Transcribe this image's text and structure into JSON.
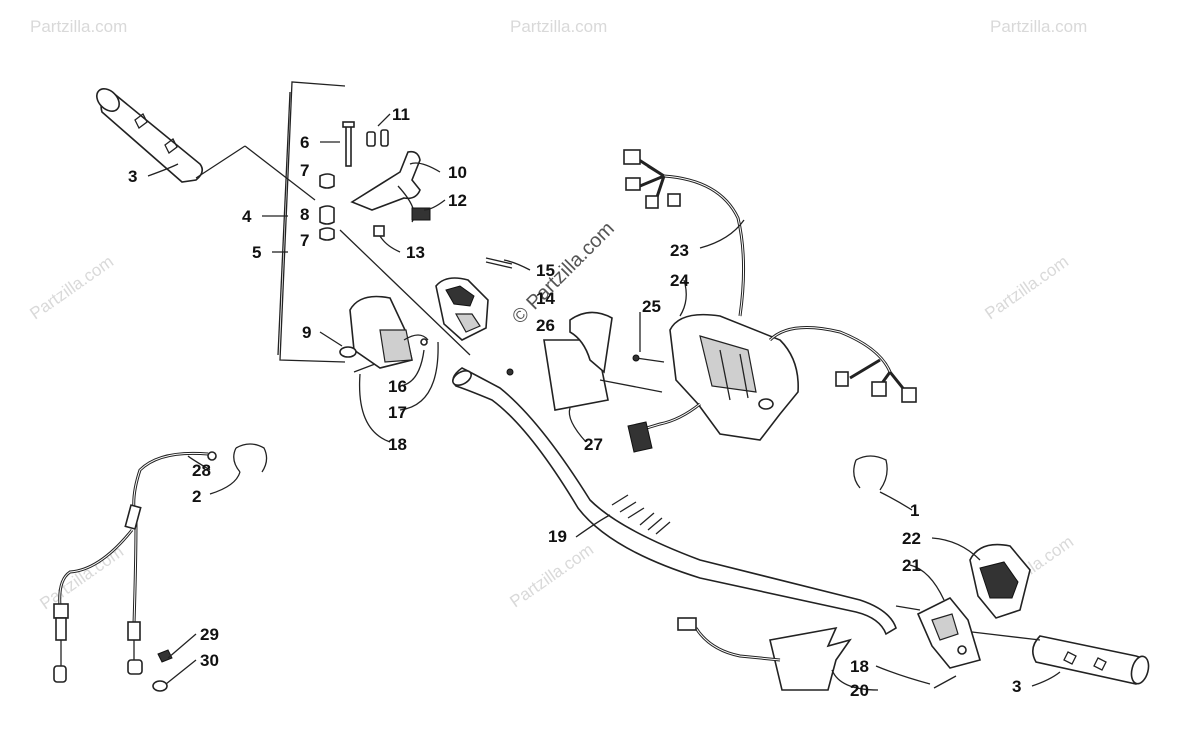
{
  "watermark": {
    "brand": "Partzilla.com",
    "center": "© Partzilla.com"
  },
  "callouts": {
    "c1": "1",
    "c2": "2",
    "c3a": "3",
    "c3b": "3",
    "c4": "4",
    "c5": "5",
    "c6": "6",
    "c7a": "7",
    "c7b": "7",
    "c8": "8",
    "c9": "9",
    "c10": "10",
    "c11": "11",
    "c12": "12",
    "c13": "13",
    "c14": "14",
    "c15": "15",
    "c16": "16",
    "c17": "17",
    "c18a": "18",
    "c18b": "18",
    "c19": "19",
    "c20": "20",
    "c21": "21",
    "c22": "22",
    "c23": "23",
    "c24": "24",
    "c25": "25",
    "c26": "26",
    "c27": "27",
    "c28": "28",
    "c29": "29",
    "c30": "30"
  }
}
